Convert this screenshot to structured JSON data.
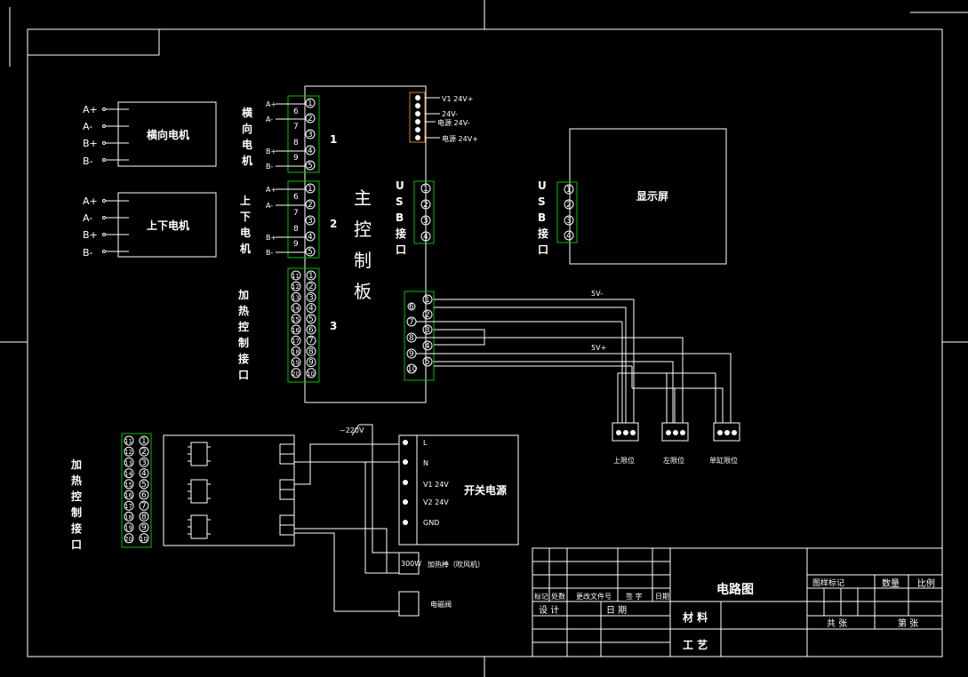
{
  "motor_horizontal": {
    "label": "横向电机",
    "pins": [
      "A+",
      "A-",
      "B+",
      "B-"
    ]
  },
  "motor_updown": {
    "label": "上下电机",
    "pins": [
      "A+",
      "A-",
      "B+",
      "B-"
    ]
  },
  "connector_labels": {
    "horizontal": [
      "横",
      "向",
      "电",
      "机"
    ],
    "updown": [
      "上",
      "下",
      "电",
      "机"
    ],
    "heating": [
      "加",
      "热",
      "控",
      "制",
      "接",
      "口"
    ]
  },
  "conn_group_numbers": [
    "1",
    "2",
    "3"
  ],
  "conn1_pins": [
    "1",
    "2",
    "3",
    "4",
    "5"
  ],
  "conn1_side_labels": [
    "A+",
    "A-",
    "B+",
    "B-"
  ],
  "conn1_side_nums": [
    "6",
    "7",
    "8",
    "9"
  ],
  "conn3_left": [
    "11",
    "12",
    "13",
    "14",
    "15",
    "16",
    "17",
    "18",
    "19",
    "20"
  ],
  "conn3_right": [
    "1",
    "2",
    "3",
    "4",
    "5",
    "6",
    "7",
    "8",
    "9",
    "10"
  ],
  "main_board": [
    "主",
    "控",
    "制",
    "板"
  ],
  "usb_vertical": [
    "U",
    "S",
    "B",
    "接",
    "口"
  ],
  "usb_pins": [
    "1",
    "2",
    "3",
    "4"
  ],
  "power_top_labels": [
    "V1 24V+",
    "24V-",
    "电源 24V-",
    "电源 24V+"
  ],
  "display": "显示屏",
  "io_left_nums": [
    "6",
    "7",
    "8",
    "9",
    "10"
  ],
  "io_right_nums": [
    "1",
    "2",
    "3",
    "4",
    "5"
  ],
  "wire_labels": {
    "v5_minus": "5V-",
    "v5_plus": "5V+",
    "ac": "~220V"
  },
  "sensors": [
    "上限位",
    "左限位",
    "单缸限位"
  ],
  "switch_psu": {
    "title": "开关电源",
    "terminals": [
      "L",
      "N",
      "V1  24V",
      "V2  24V",
      "GND"
    ]
  },
  "heater": {
    "box": "300W",
    "label": "加热棒（吹风机）"
  },
  "solenoid": "电磁阀",
  "title_block": {
    "drawing_title": "电路图",
    "mark": "图样标记",
    "qty": "数量",
    "scale": "比例",
    "total_sheets": "共  张",
    "sheet_no": "第  张",
    "material": "材  料",
    "process": "工  艺",
    "row_headers": [
      "标记",
      "处数",
      "更改文件号",
      "签  字",
      "日期"
    ],
    "design": "设  计",
    "date": "日  期"
  }
}
